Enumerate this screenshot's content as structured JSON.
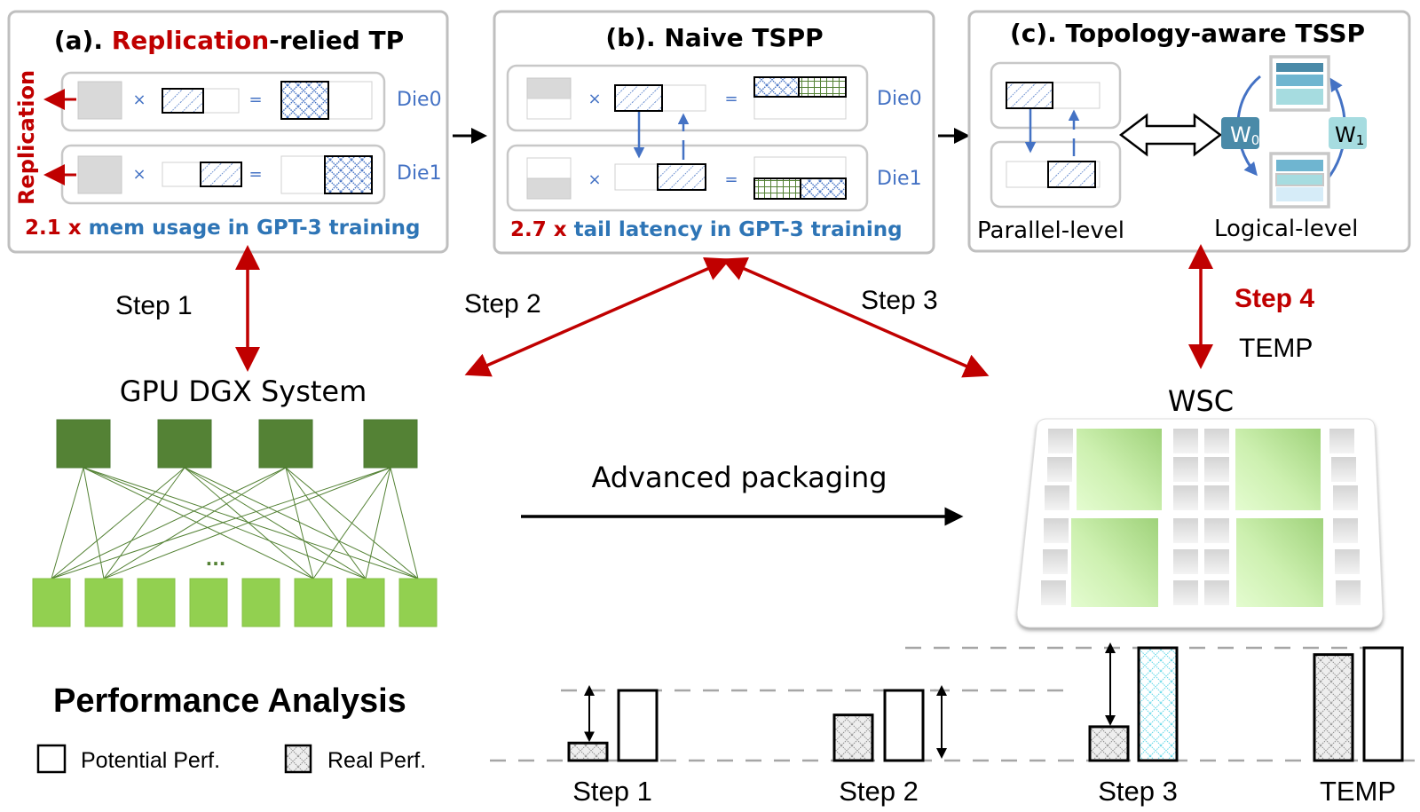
{
  "panel_a": {
    "title_prefix": "(a). ",
    "title_highlight": "Replication",
    "title_suffix": "-relied TP",
    "side_label": "Replication",
    "die_labels": [
      "Die0",
      "Die1"
    ],
    "operator_times": "×",
    "operator_equals": "=",
    "stat_value": "2.1 x",
    "stat_text": "mem usage in GPT-3 training"
  },
  "panel_b": {
    "title": "(b). Naive TSPP",
    "die_labels": [
      "Die0",
      "Die1"
    ],
    "operator_times": "×",
    "operator_equals": "=",
    "stat_value": "2.7 x",
    "stat_text": "tail latency in GPT-3 training"
  },
  "panel_c": {
    "title": "(c). Topology-aware TSSP",
    "parallel_label": "Parallel-level",
    "logical_label": "Logical-level",
    "w0": "W",
    "w0_sub": "0",
    "w1": "W",
    "w1_sub": "1"
  },
  "steps": {
    "step1": "Step 1",
    "step2": "Step 2",
    "step3": "Step 3",
    "step4": "Step 4",
    "step4_sub": "TEMP"
  },
  "systems": {
    "gpu": "GPU DGX System",
    "gpu_ellipsis": "...",
    "wsc": "WSC",
    "packaging": "Advanced packaging"
  },
  "performance": {
    "title": "Performance Analysis",
    "legend": [
      {
        "label": "Potential Perf.",
        "kind": "potential"
      },
      {
        "label": "Real Perf.",
        "kind": "real"
      }
    ],
    "groups": [
      {
        "label": "Step 1",
        "real": 0.25,
        "potential": 1.0,
        "scale": "low",
        "gap_arrow": "left"
      },
      {
        "label": "Step 2",
        "real": 0.65,
        "potential": 1.0,
        "scale": "low",
        "gap_arrow": "right"
      },
      {
        "label": "Step 3",
        "real": 0.3,
        "potential": 1.0,
        "scale": "high",
        "gap_arrow": "left",
        "potential_fill": "cyan"
      },
      {
        "label": "TEMP",
        "real": 0.94,
        "potential": 1.0,
        "scale": "high",
        "gap_arrow": "none"
      }
    ]
  },
  "colors": {
    "red": "#c00000",
    "blue": "#2e75b6",
    "die_blue": "#4472c4",
    "panel_border": "#bfbfbf",
    "dark_green": "#548235",
    "light_green": "#92d050",
    "grid_green": "#548235",
    "w0_fill": "#4a8aa8",
    "w1_fill": "#a6dce0"
  }
}
